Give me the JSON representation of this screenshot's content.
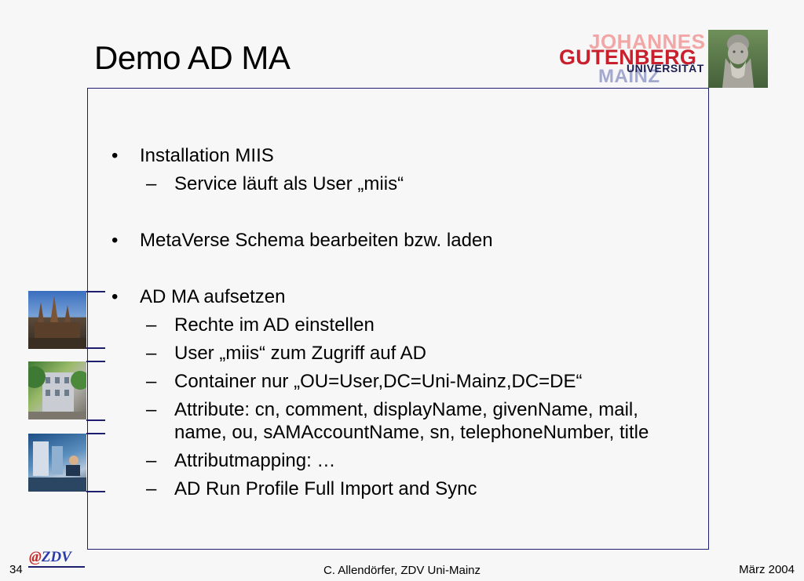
{
  "slide": {
    "title": "Demo AD MA",
    "page_number": "34",
    "footer_author": "C. Allendörfer, ZDV Uni-Mainz",
    "footer_date": "März 2004"
  },
  "logo": {
    "johannes": "JOHANNES",
    "gutenberg": "GUTENBERG",
    "universitaet": "UNIVERSITÄT",
    "mainz": "MAINZ",
    "zdv_at": "@",
    "zdv": "ZDV"
  },
  "bullets": [
    {
      "text": "Installation MIIS",
      "sub": [
        "Service läuft als User „miis“"
      ]
    },
    {
      "text": "MetaVerse Schema bearbeiten bzw. laden",
      "sub": []
    },
    {
      "text": "AD MA aufsetzen",
      "sub": [
        "Rechte im AD einstellen",
        "User „miis“ zum Zugriff auf AD",
        "Container nur „OU=User,DC=Uni-Mainz,DC=DE“",
        "Attribute: cn, comment, displayName, givenName, mail, name, ou, sAMAccountName, sn, telephoneNumber, title",
        "Attributmapping: …",
        "AD Run Profile Full Import and Sync"
      ]
    }
  ],
  "marks": {
    "bullet": "•",
    "dash": "–"
  },
  "colors": {
    "frame": "#1d1f6e",
    "gutenberg_red": "#c8202c",
    "mainz_lilac": "#a3a8cf"
  }
}
